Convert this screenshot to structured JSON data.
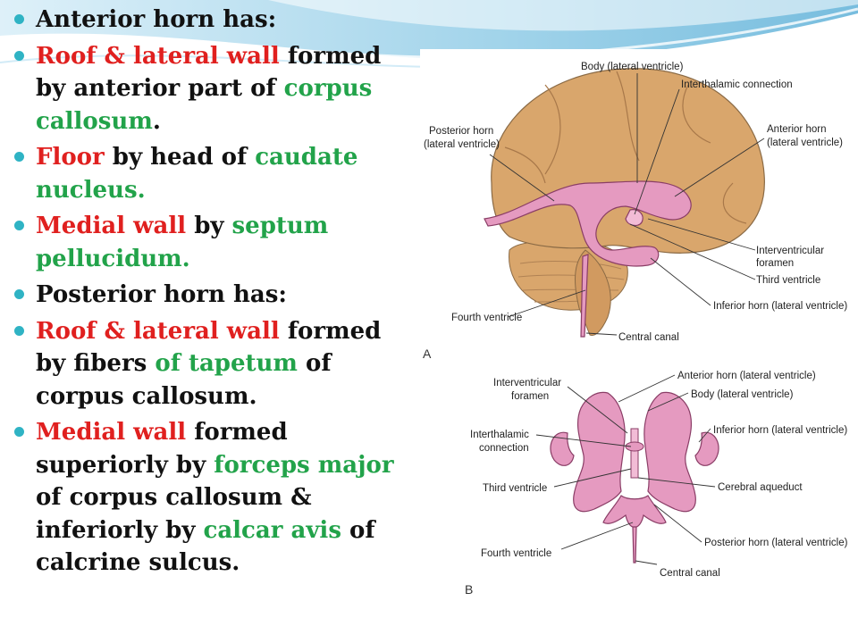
{
  "text_column": {
    "bullets": [
      {
        "segments": [
          {
            "t": "Anterior horn has:",
            "c": "black"
          }
        ]
      },
      {
        "segments": [
          {
            "t": "Roof & lateral wall",
            "c": "red"
          },
          {
            "t": " formed by anterior part of ",
            "c": "black"
          },
          {
            "t": "corpus callosum",
            "c": "green"
          },
          {
            "t": ".",
            "c": "black"
          }
        ]
      },
      {
        "segments": [
          {
            "t": "Floor",
            "c": "red"
          },
          {
            "t": " by head of ",
            "c": "black"
          },
          {
            "t": "caudate nucleus.",
            "c": "green"
          }
        ]
      },
      {
        "segments": [
          {
            "t": "Medial wall",
            "c": "red"
          },
          {
            "t": " by ",
            "c": "black"
          },
          {
            "t": "septum pellucidum.",
            "c": "green"
          }
        ]
      },
      {
        "segments": [
          {
            "t": "Posterior horn has:",
            "c": "black"
          }
        ]
      },
      {
        "segments": [
          {
            "t": "Roof & lateral wall",
            "c": "red"
          },
          {
            "t": " formed by fibers ",
            "c": "black"
          },
          {
            "t": "of  tapetum",
            "c": "green"
          },
          {
            "t": " of corpus callosum.",
            "c": "black"
          }
        ]
      },
      {
        "segments": [
          {
            "t": "Medial wall",
            "c": "red"
          },
          {
            "t": " formed superiorly by ",
            "c": "black"
          },
          {
            "t": "forceps major",
            "c": "green"
          },
          {
            "t": " of corpus callosum & inferiorly by ",
            "c": "black"
          },
          {
            "t": "calcar avis",
            "c": "green"
          },
          {
            "t": " of calcrine sulcus.",
            "c": "black"
          }
        ]
      }
    ]
  },
  "figure_a": {
    "panel_label": "A",
    "labels": {
      "body": "Body (lateral ventricle)",
      "interthalamic": "Interthalamic connection",
      "posterior_1": "Posterior horn",
      "posterior_2": "(lateral ventricle)",
      "anterior_1": "Anterior horn",
      "anterior_2": "(lateral ventricle)",
      "interventricular_1": "Interventricular",
      "interventricular_2": "foramen",
      "third": "Third ventricle",
      "inferior": "Inferior horn (lateral ventricle)",
      "fourth": "Fourth ventricle",
      "central": "Central canal"
    }
  },
  "figure_b": {
    "panel_label": "B",
    "labels": {
      "interventricular_1": "Interventricular",
      "interventricular_2": "foramen",
      "anterior": "Anterior horn (lateral ventricle)",
      "body": "Body (lateral ventricle)",
      "inferior": "Inferior horn (lateral ventricle)",
      "interthalamic_1": "Interthalamic",
      "interthalamic_2": "connection",
      "third": "Third ventricle",
      "aqueduct": "Cerebral aqueduct",
      "fourth": "Fourth ventricle",
      "posterior": "Posterior horn (lateral ventricle)",
      "central": "Central canal"
    }
  },
  "colors": {
    "bullet": "#2fb3c4",
    "red": "#e0201f",
    "green": "#22a34a",
    "brain": "#d9a66c",
    "ventricle": "#e59ac0",
    "wave": "#9fd4ec"
  }
}
